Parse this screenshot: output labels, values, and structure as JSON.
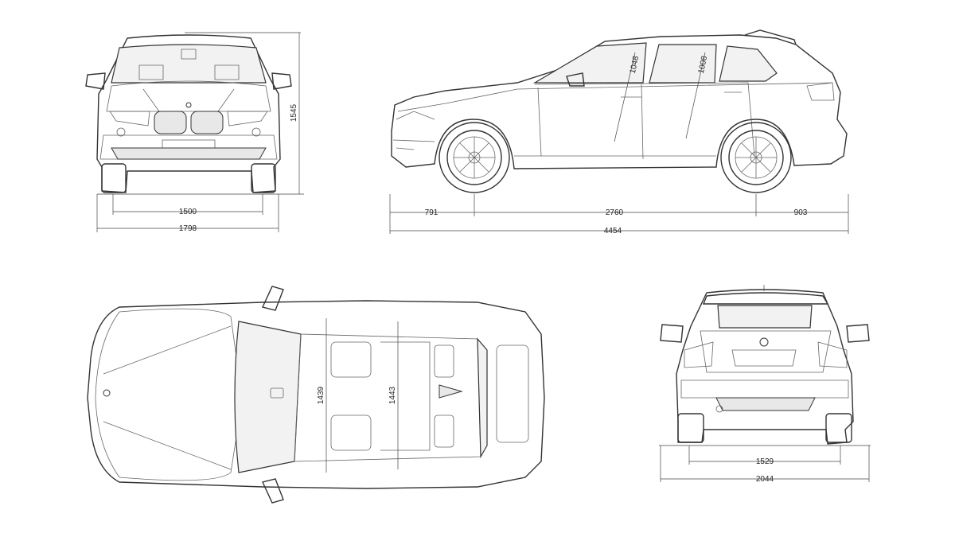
{
  "dimensions": {
    "front_track": "1500",
    "front_width": "1798",
    "height": "1545",
    "front_overhang": "791",
    "wheelbase": "2760",
    "rear_overhang": "903",
    "length": "4454",
    "headroom_front": "1048",
    "headroom_rear": "1008",
    "interior_width_front": "1439",
    "interior_width_rear": "1443",
    "rear_track": "1529",
    "width_mirrors": "2044"
  },
  "colors": {
    "line": "#333333",
    "background": "#ffffff"
  },
  "icons": [
    "bmw-logo-icon"
  ]
}
